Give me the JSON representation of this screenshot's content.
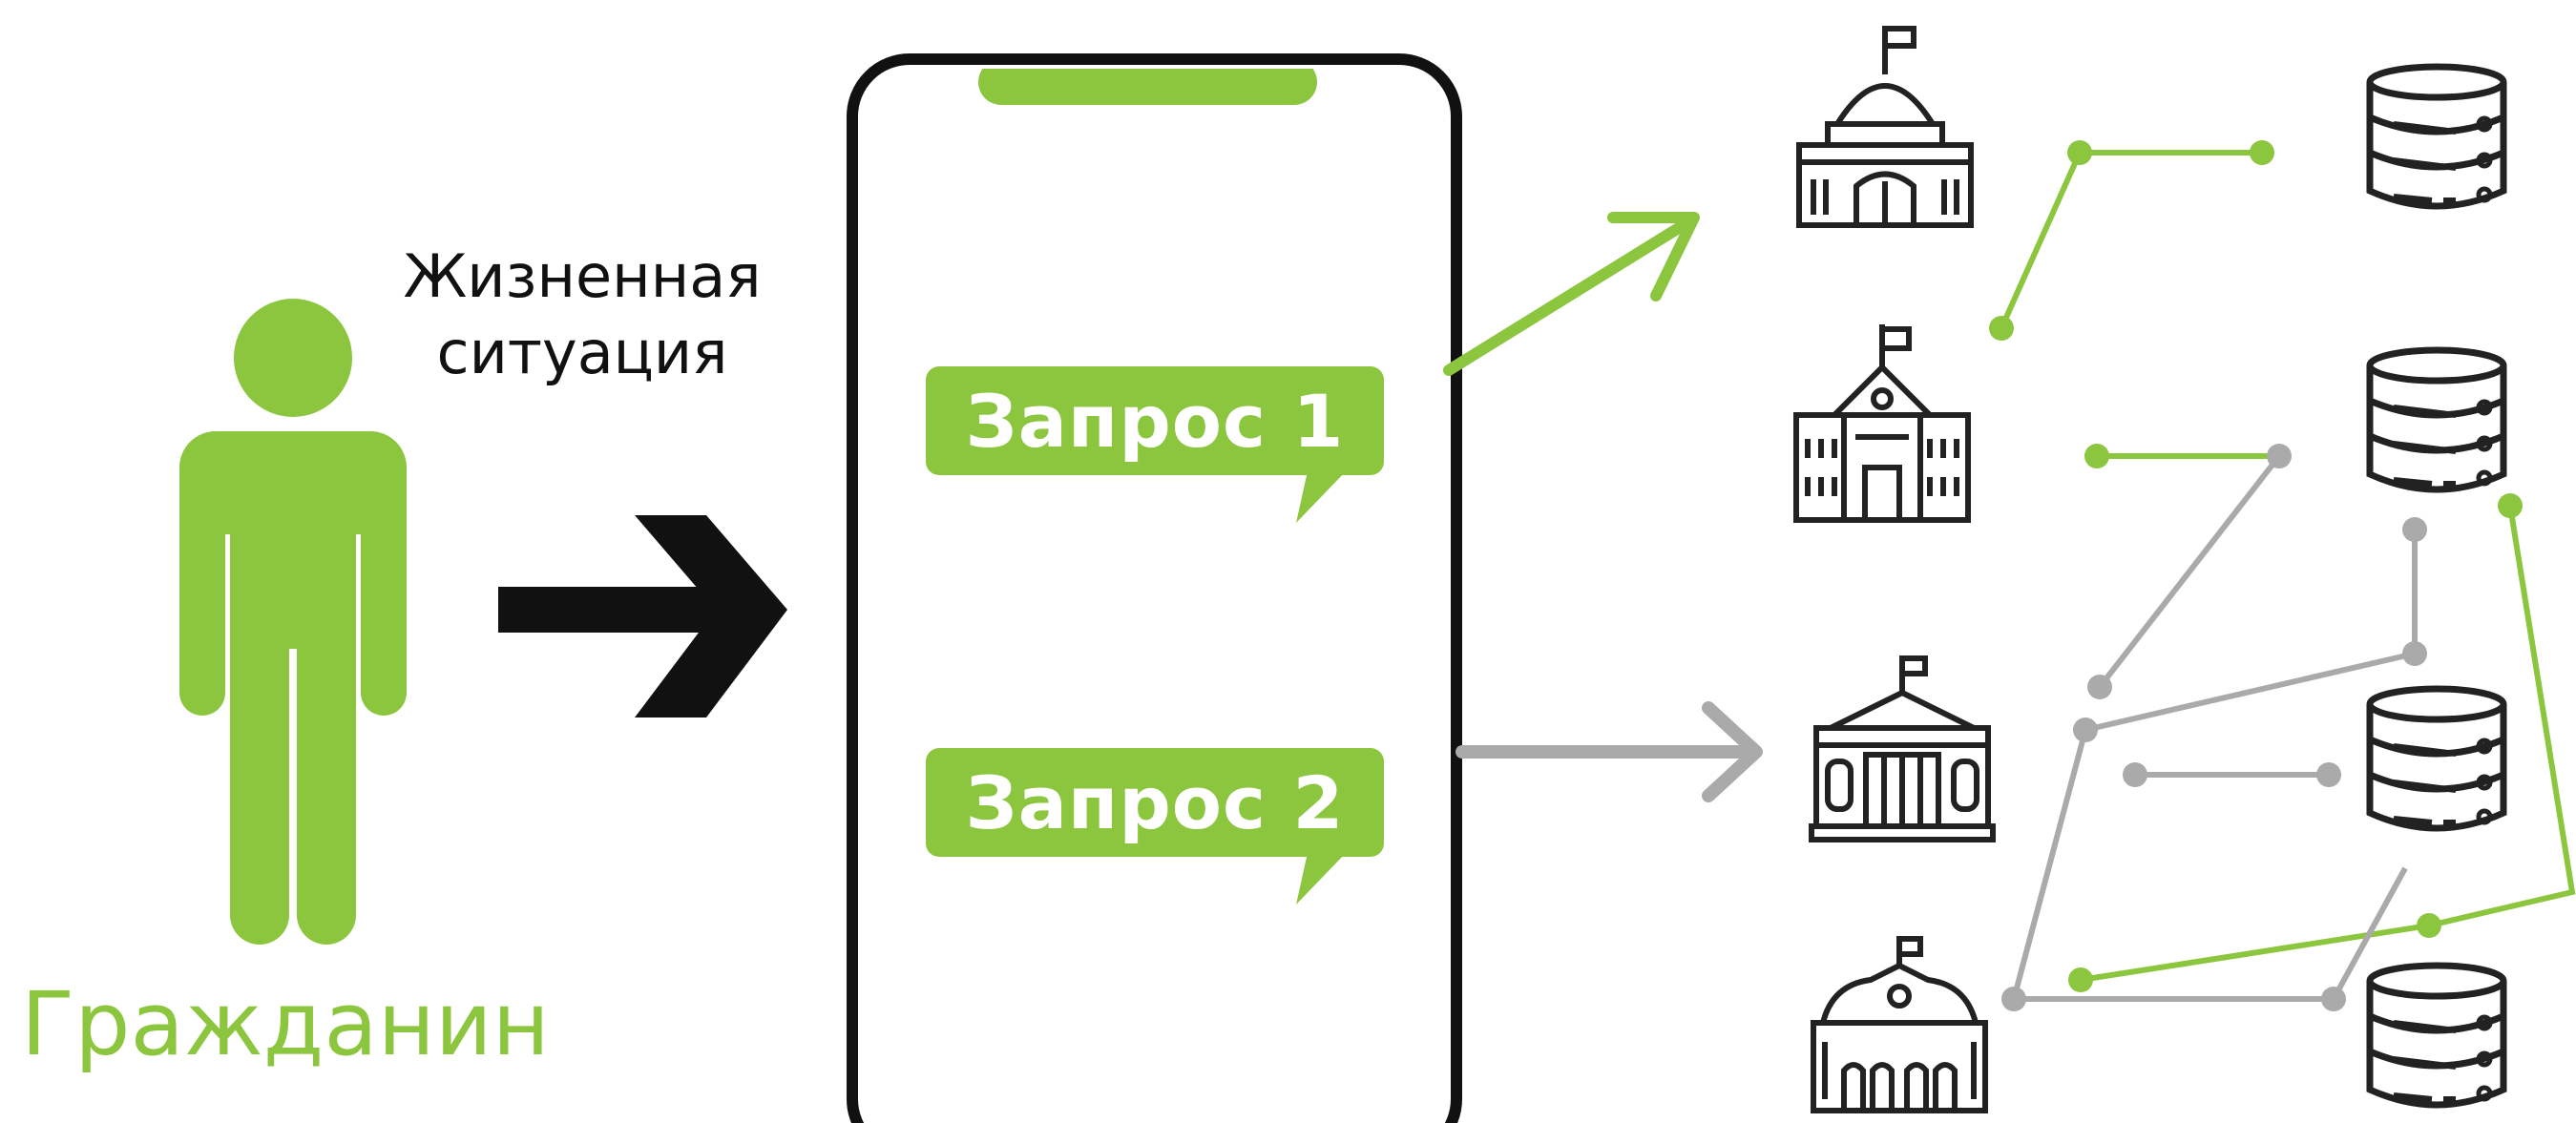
{
  "colors": {
    "accent_green": "#8cc63f",
    "neutral_gray": "#aaaaaa",
    "ink": "#111111"
  },
  "citizen": {
    "icon": "person-icon",
    "label": "Гражданин"
  },
  "situation": {
    "line1": "Жизненная",
    "line2": "ситуация"
  },
  "phone": {
    "requests": [
      {
        "label": "Запрос 1"
      },
      {
        "label": "Запрос 2"
      }
    ]
  },
  "institutions": [
    {
      "icon": "capitol-building-icon"
    },
    {
      "icon": "school-building-icon"
    },
    {
      "icon": "courthouse-building-icon"
    },
    {
      "icon": "town-hall-building-icon"
    }
  ],
  "databases": [
    {
      "icon": "database-icon"
    },
    {
      "icon": "database-icon"
    },
    {
      "icon": "database-icon"
    },
    {
      "icon": "database-icon"
    }
  ]
}
